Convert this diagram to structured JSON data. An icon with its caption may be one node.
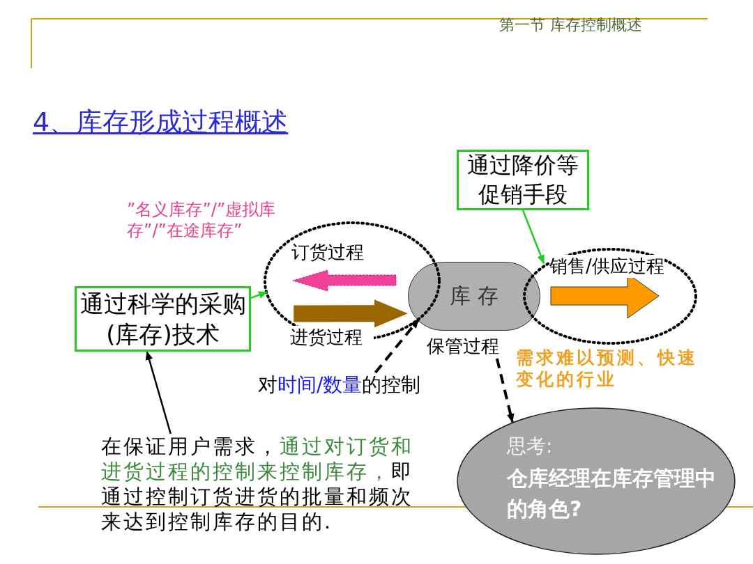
{
  "diagram": {
    "title": "4、库存形成过程概述",
    "nodes": [
      {
        "text": [
          "通过降价等促销手段"
        ]
      },
      {
        "text": [
          "订货过程"
        ]
      },
      {
        "text": [
          "销售/供应过程"
        ]
      },
      {
        "text": [
          "库 存"
        ]
      },
      {
        "text": [
          "通过科学的采购(库存)技术"
        ]
      },
      {
        "text": [
          "保管过程"
        ]
      },
      {
        "text": [
          "对**时间/数量**的控制"
        ]
      },
      {
        "text": [
          "在保证用户需求，**通过对订货和进货过程的控制来控制库存，**即通过控制订货进货的批量和频次来达到控制库存的目的."
        ]
      },
      {
        "text": [
          "思考:",
          "仓库经理在库存管理中的角色?"
        ]
      }
    ],
    "edges": [
      {
        "from": 0,
        "to": 2,
        "arrow": "to",
        "color": "#22cc22"
      },
      {
        "from": 4,
        "to": 1,
        "arrow": "to",
        "color": "#22cc22"
      },
      {
        "from": 1,
        "to": 3,
        "arrow": "to",
        "style": "thick",
        "color": "#996600"
      },
      {
        "from": 6,
        "to": 3,
        "arrow": "to",
        "style": "dashed"
      },
      {
        "from": 7,
        "to": 4,
        "arrow": "to"
      },
      {
        "from": 5,
        "to": 8,
        "arrow": "to",
        "style": "dashed"
      }
    ],
    "labels": [
      "第一节 库存控制概述",
      "”名义库存”/”虚拟库存”/”在途库存”",
      "进货过程",
      "需求难以预测、快速变化的行业"
    ]
  }
}
